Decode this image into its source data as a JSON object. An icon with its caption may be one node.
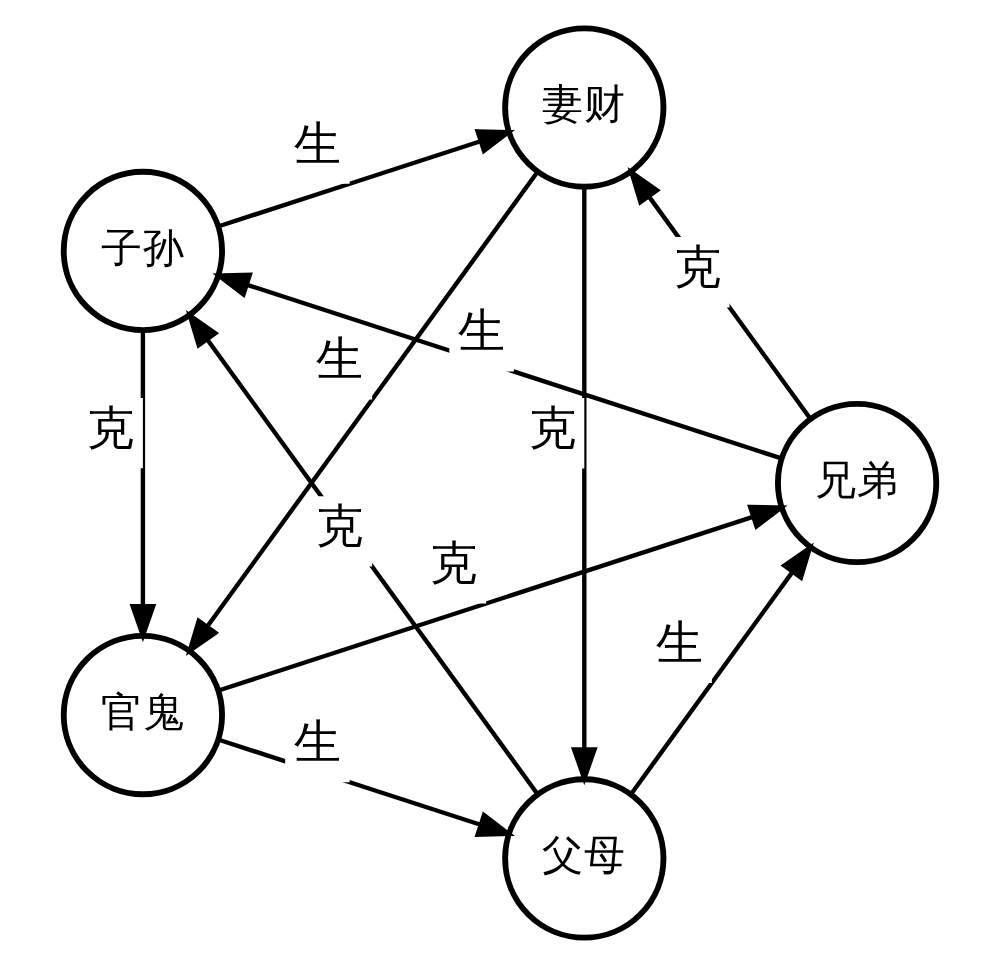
{
  "diagram": {
    "nodes": [
      {
        "text": [
          "父母"
        ]
      },
      {
        "text": [
          "兄弟"
        ]
      },
      {
        "text": [
          "子孙"
        ]
      },
      {
        "text": [
          "妻财"
        ]
      },
      {
        "text": [
          "官鬼"
        ]
      }
    ],
    "edges": [
      {
        "from": 0,
        "to": 1,
        "arrow": "to",
        "label": "生"
      },
      {
        "from": 1,
        "to": 2,
        "arrow": "to",
        "label": "生"
      },
      {
        "from": 2,
        "to": 3,
        "arrow": "to",
        "label": "生"
      },
      {
        "from": 3,
        "to": 4,
        "arrow": "to",
        "label": "生"
      },
      {
        "from": 4,
        "to": 0,
        "arrow": "to",
        "label": "生"
      },
      {
        "from": 4,
        "to": 1,
        "arrow": "to",
        "label": "克"
      },
      {
        "from": 0,
        "to": 2,
        "arrow": "to",
        "label": "克"
      },
      {
        "from": 1,
        "to": 3,
        "arrow": "to",
        "label": "克"
      },
      {
        "from": 2,
        "to": 4,
        "arrow": "to",
        "label": "克"
      },
      {
        "from": 3,
        "to": 0,
        "arrow": "to",
        "label": "克"
      }
    ]
  }
}
